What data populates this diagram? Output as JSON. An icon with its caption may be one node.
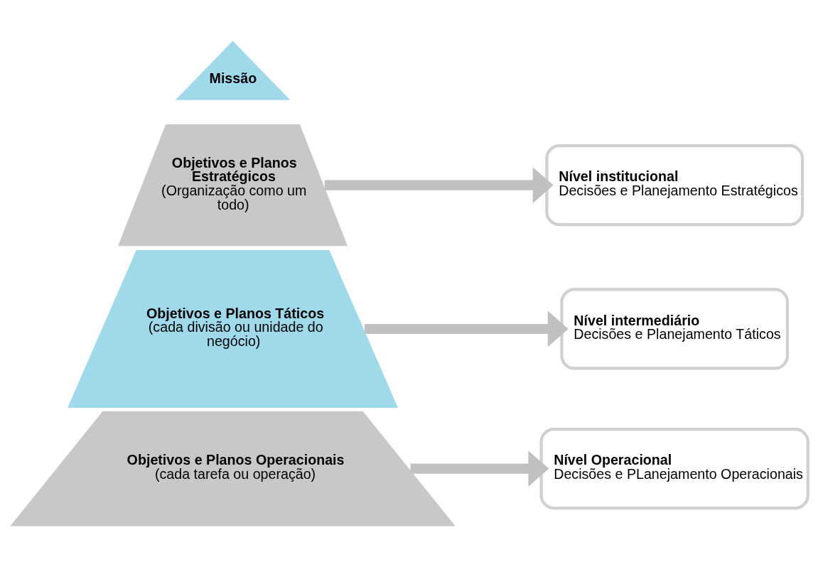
{
  "diagram": {
    "nodes": [
      {
        "text": [
          "Missão"
        ]
      },
      {
        "text": [
          "Objetivos e Planos Estratégicos",
          "(Organização como um todo)"
        ]
      },
      {
        "text": [
          "Nível institucional",
          "Decisões e Planejamento Estratégicos"
        ]
      },
      {
        "text": [
          "Objetivos e Planos Táticos",
          "(cada divisão ou unidade do negócio)"
        ]
      },
      {
        "text": [
          "Nível intermediário",
          "Decisões e Planejamento Táticos"
        ]
      },
      {
        "text": [
          "Objetivos e Planos Operacionais",
          "(cada tarefa ou operação)"
        ]
      },
      {
        "text": [
          "Nível Operacional",
          "Decisões e PLanejamento Operacionais"
        ]
      }
    ],
    "edges": [
      {
        "from": 1,
        "to": 2,
        "arrow": "to"
      },
      {
        "from": 3,
        "to": 4,
        "arrow": "to"
      },
      {
        "from": 5,
        "to": 6,
        "arrow": "to"
      }
    ]
  }
}
